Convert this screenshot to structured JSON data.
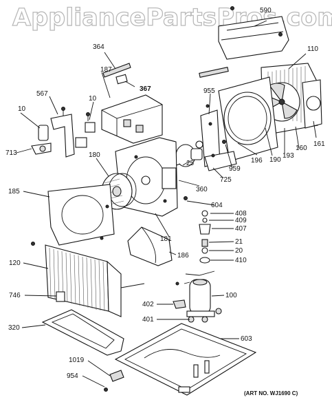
{
  "watermark": "AppliancePartsPros.com",
  "art_number": "(ART NO. WJ1690 C)",
  "callouts": {
    "p590": "590",
    "p364": "364",
    "p110": "110",
    "p187": "187",
    "p367": "367",
    "p567": "567",
    "p10a": "10",
    "p10b": "10",
    "p955": "955",
    "p713": "713",
    "p180": "180",
    "p196": "196",
    "p190": "190",
    "p193": "193",
    "p160": "160",
    "p161": "161",
    "p959": "959",
    "p25": "25",
    "p725": "725",
    "p360": "360",
    "p185": "185",
    "p604": "604",
    "p408": "408",
    "p409": "409",
    "p407": "407",
    "p181": "181",
    "p21": "21",
    "p20": "20",
    "p186": "186",
    "p410": "410",
    "p120": "120",
    "p746": "746",
    "p100": "100",
    "p402": "402",
    "p401": "401",
    "p320": "320",
    "p603": "603",
    "p1019": "1019",
    "p954": "954"
  }
}
